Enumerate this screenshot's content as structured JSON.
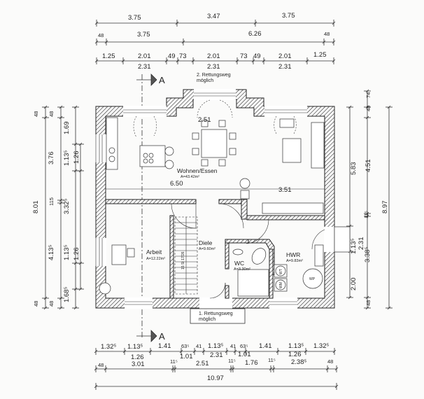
{
  "dimensions": {
    "top": [
      [
        "3.75",
        "3.47",
        "3.75"
      ],
      [
        "48",
        "3.75",
        "6.26",
        "48"
      ],
      [
        "1.25",
        "2.01",
        "49",
        "73",
        "2.01",
        "73",
        "49",
        "2.01",
        "1.25"
      ],
      [
        "2.31",
        "2.31",
        "2.31"
      ]
    ],
    "bottom": [
      [
        "1.32⁵",
        "1.13⁵",
        "1.41",
        "63⁵",
        "41",
        "1.13⁵",
        "41",
        "63⁵",
        "1.41",
        "1.13⁵",
        "1.32⁵"
      ],
      [
        "1.26",
        "1.01",
        "2.31",
        "1.01",
        "1.26"
      ],
      [
        "48",
        "3.01",
        "11⁵",
        "2.51",
        "11⁵",
        "1.76",
        "11⁵",
        "2.38⁵",
        "48"
      ],
      [
        "10.97"
      ]
    ],
    "left": [
      [
        "48",
        "8.01",
        "48"
      ],
      [
        "48",
        "3.76",
        "115",
        "4.13⁵",
        "48"
      ],
      [
        "1.69",
        "1.13⁵",
        "3.32⁵",
        "1.13⁵",
        "1.68⁵"
      ],
      [
        "1.26",
        "1.26"
      ]
    ],
    "right": [
      [
        "5.83",
        "1.13⁵",
        "2.00"
      ],
      [
        "2.31",
        "3.38⁵"
      ],
      [
        "74",
        "48",
        "4.51",
        "11⁵",
        "48"
      ],
      [
        "8.97"
      ]
    ]
  },
  "rooms": {
    "wohnen": {
      "name": "Wohnen/Essen",
      "area": "A=43.42m²"
    },
    "diele": {
      "name": "Diele",
      "area": "A=9.60m²"
    },
    "arbeit": {
      "name": "Arbeit",
      "area": "A=12.22m²"
    },
    "wc": {
      "name": "WC",
      "area": "A=3.30m²"
    },
    "hwr": {
      "name": "HWR",
      "area": "A=9.83m²"
    }
  },
  "interior_dims": {
    "wohnen_width": "6.50",
    "kitchen_width": "3.51",
    "bay_width": "2.51"
  },
  "appliances": {
    "wt": "WT",
    "wm": "WM",
    "wp": "WP"
  },
  "stair_label": "15 St 17/26",
  "escape_routes": {
    "first": {
      "line1": "1. Rettungsweg",
      "line2": "möglich"
    },
    "second": {
      "line1": "2. Rettungsweg",
      "line2": "möglich"
    }
  },
  "section_marker": "A"
}
